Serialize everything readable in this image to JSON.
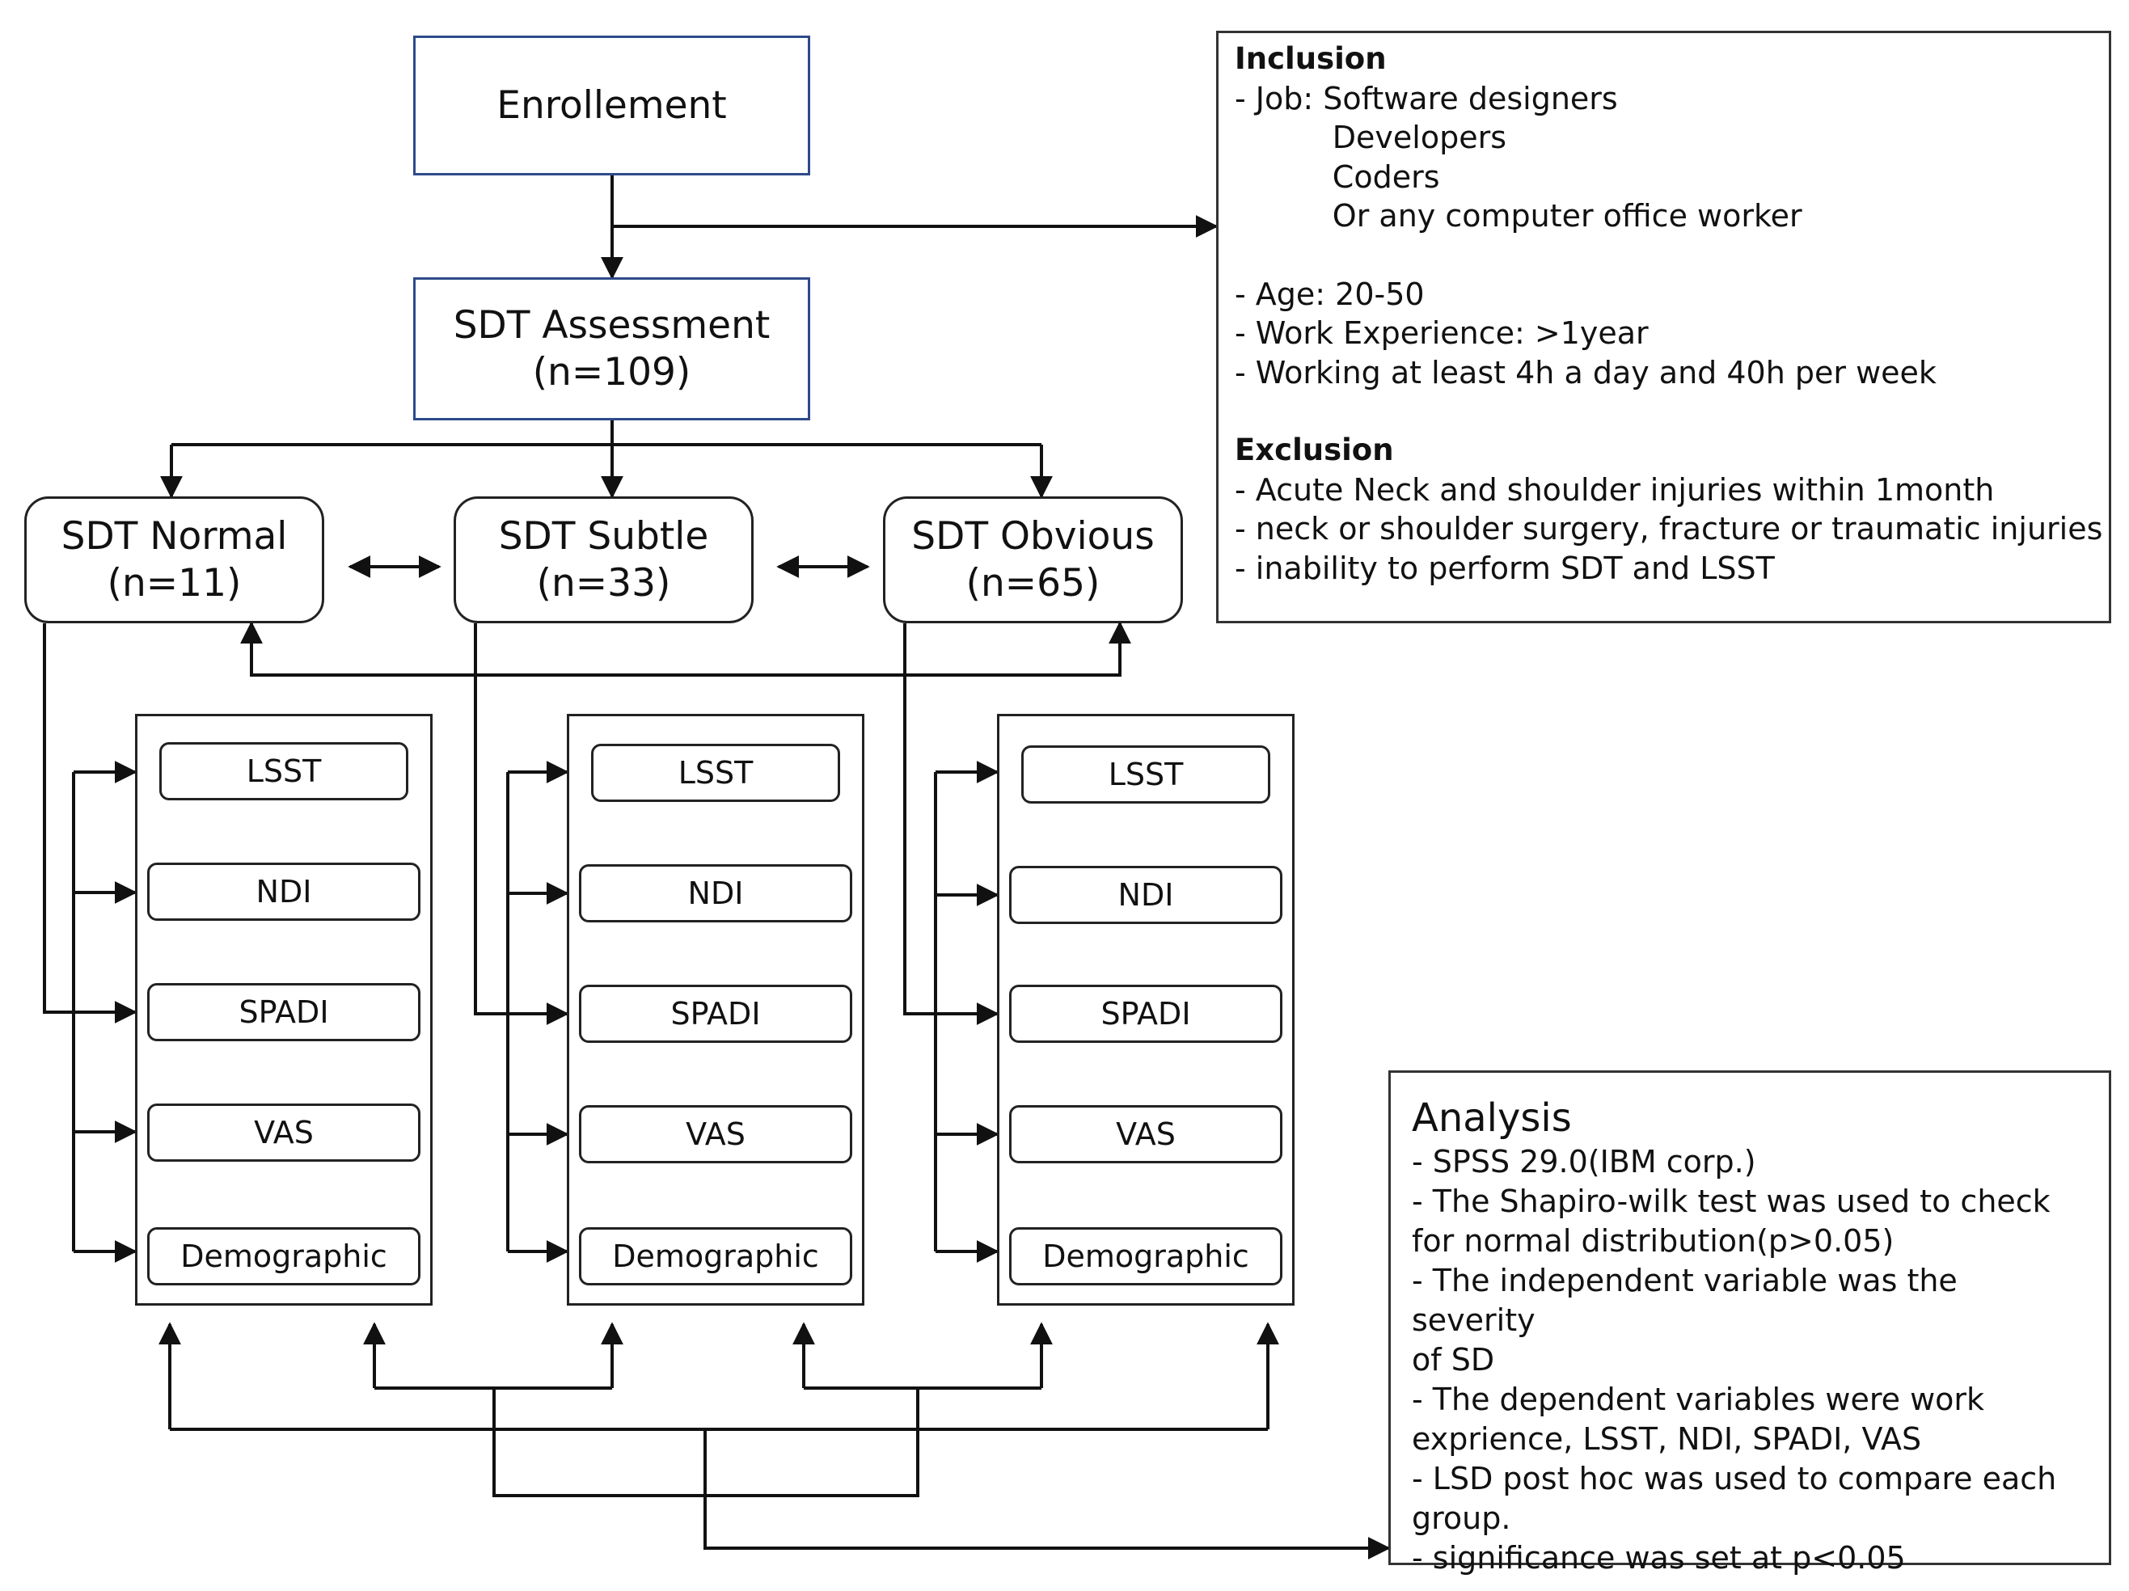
{
  "enrollment": {
    "label": "Enrollement"
  },
  "assessment": {
    "title": "SDT Assessment",
    "n": "(n=109)"
  },
  "groups": [
    {
      "name": "SDT Normal",
      "n": "(n=11)"
    },
    {
      "name": "SDT Subtle",
      "n": "(n=33)"
    },
    {
      "name": "SDT Obvious",
      "n": "(n=65)"
    }
  ],
  "measures": [
    "LSST",
    "NDI",
    "SPADI",
    "VAS",
    "Demographic"
  ],
  "criteria": {
    "inclusion_title": "Inclusion",
    "inclusion_lines": [
      "- Job: Software designers",
      "          Developers",
      "          Coders",
      "          Or any computer office worker",
      "",
      "- Age: 20-50",
      "- Work Experience: >1year",
      "- Working at least 4h a day and 40h per week",
      ""
    ],
    "exclusion_title": "Exclusion",
    "exclusion_lines": [
      "- Acute Neck and shoulder injuries within 1month",
      "- neck or shoulder surgery, fracture or traumatic injuries",
      "- inability to perform SDT and LSST"
    ]
  },
  "analysis": {
    "title": "Analysis",
    "lines": [
      "- SPSS 29.0(IBM corp.)",
      "- The Shapiro-wilk test was used to check",
      "for normal distribution(p>0.05)",
      "- The independent variable was the severity",
      "of SD",
      "- The dependent variables were work",
      "exprience, LSST, NDI, SPADI, VAS",
      "- LSD post hoc was used to compare each",
      "group.",
      "- significance was set at p<0.05"
    ]
  }
}
